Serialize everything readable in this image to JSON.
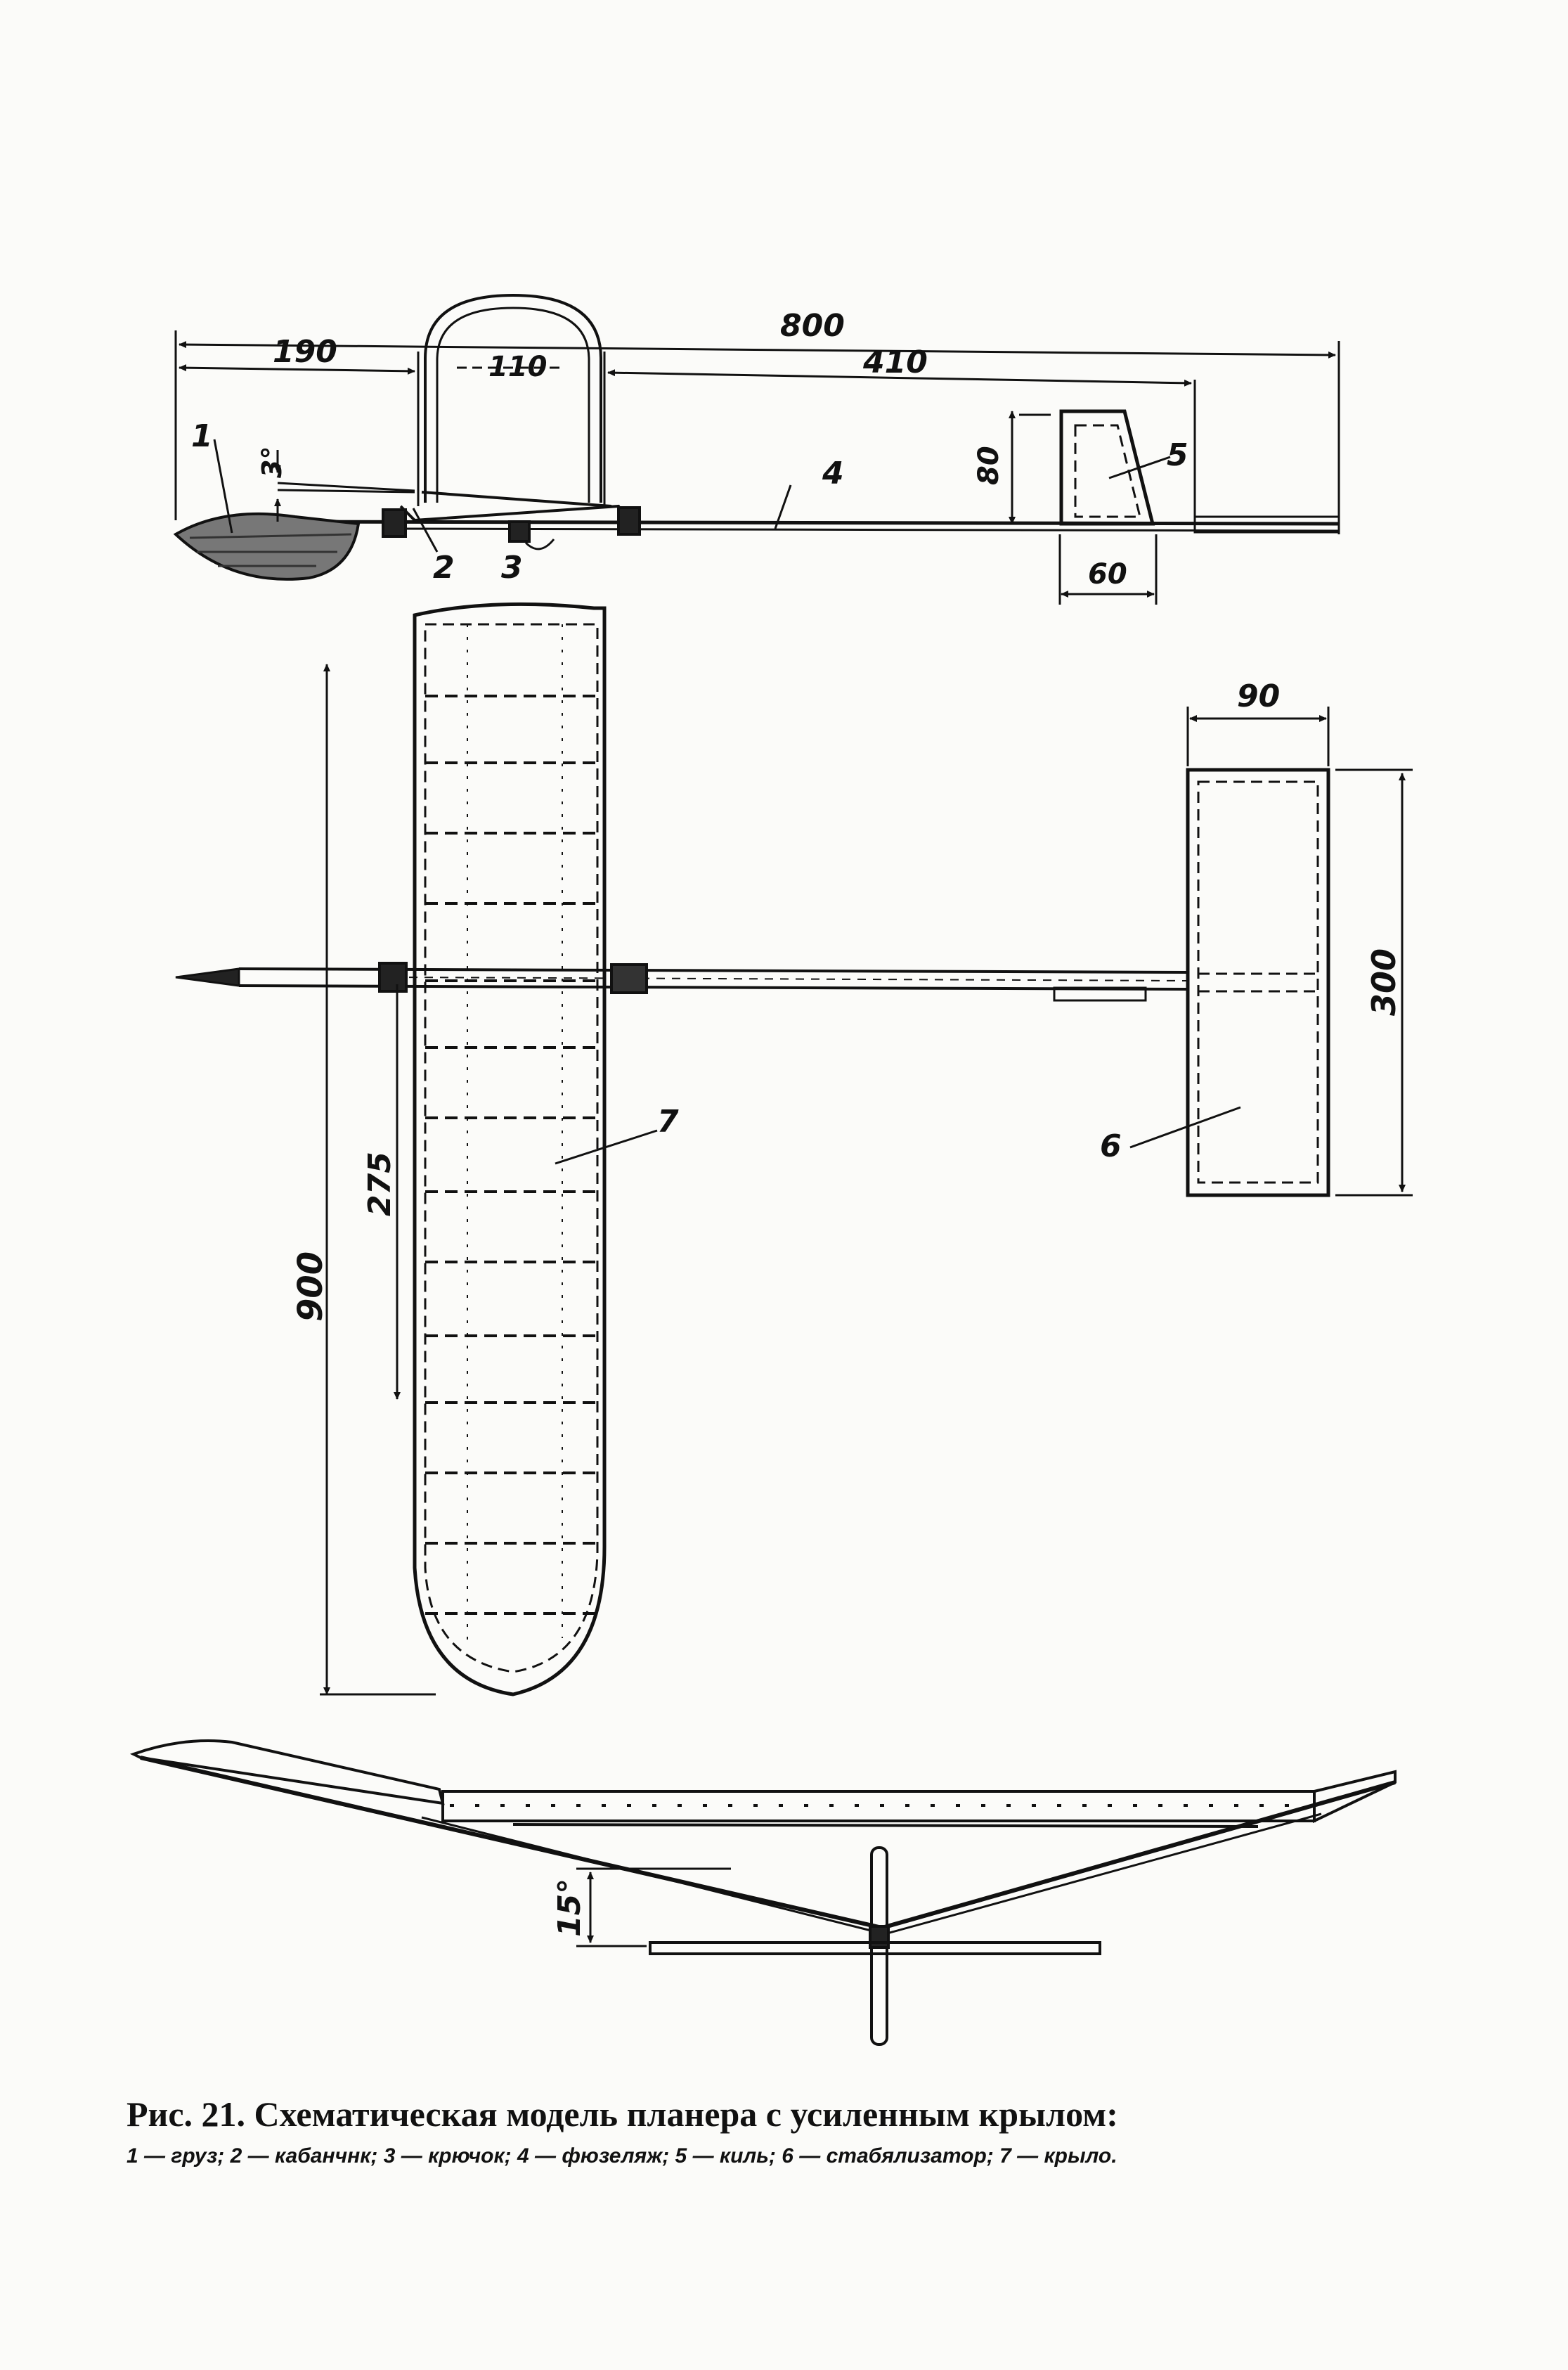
{
  "side_view": {
    "dims": {
      "overall": "800",
      "nose": "190",
      "pylon": "110",
      "tail": "410",
      "fin_height": "80",
      "fin_chord": "60",
      "angle": "3°"
    },
    "labels": {
      "weight": "1",
      "pylon": "2",
      "hook": "3",
      "fuselage": "4",
      "fin": "5"
    }
  },
  "plan_view": {
    "dims": {
      "span": "900",
      "half": "275",
      "stab_chord": "90",
      "stab_span": "300"
    },
    "labels": {
      "wing": "7",
      "stabilizer": "6"
    }
  },
  "front_view": {
    "dims": {
      "dihedral": "15°"
    }
  },
  "caption": {
    "title": "Рис. 21. Схематическая модель планера с усиленным крылом:",
    "legend": "1 — груз; 2 — кабанчнк; 3 — крючок; 4 — фюзеляж; 5 — киль; 6 — стабялизатор; 7 — крыло."
  }
}
